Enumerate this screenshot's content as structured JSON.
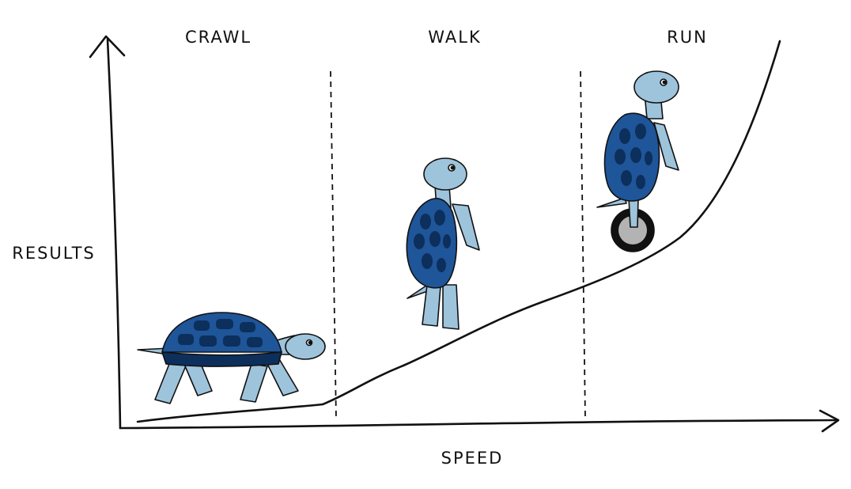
{
  "phases": [
    {
      "id": "crawl",
      "label": "CRAWL"
    },
    {
      "id": "walk",
      "label": "WALK"
    },
    {
      "id": "run",
      "label": "RUN"
    }
  ],
  "axes": {
    "y_label": "RESULTS",
    "x_label": "SPEED"
  },
  "colors": {
    "ink": "#111111",
    "shell_dark": "#0d2f5c",
    "shell_mid": "#1f5599",
    "skin": "#9ec4dc",
    "wheel_tire": "#111111",
    "wheel_hub": "#b3b3b3",
    "background": "#ffffff"
  }
}
